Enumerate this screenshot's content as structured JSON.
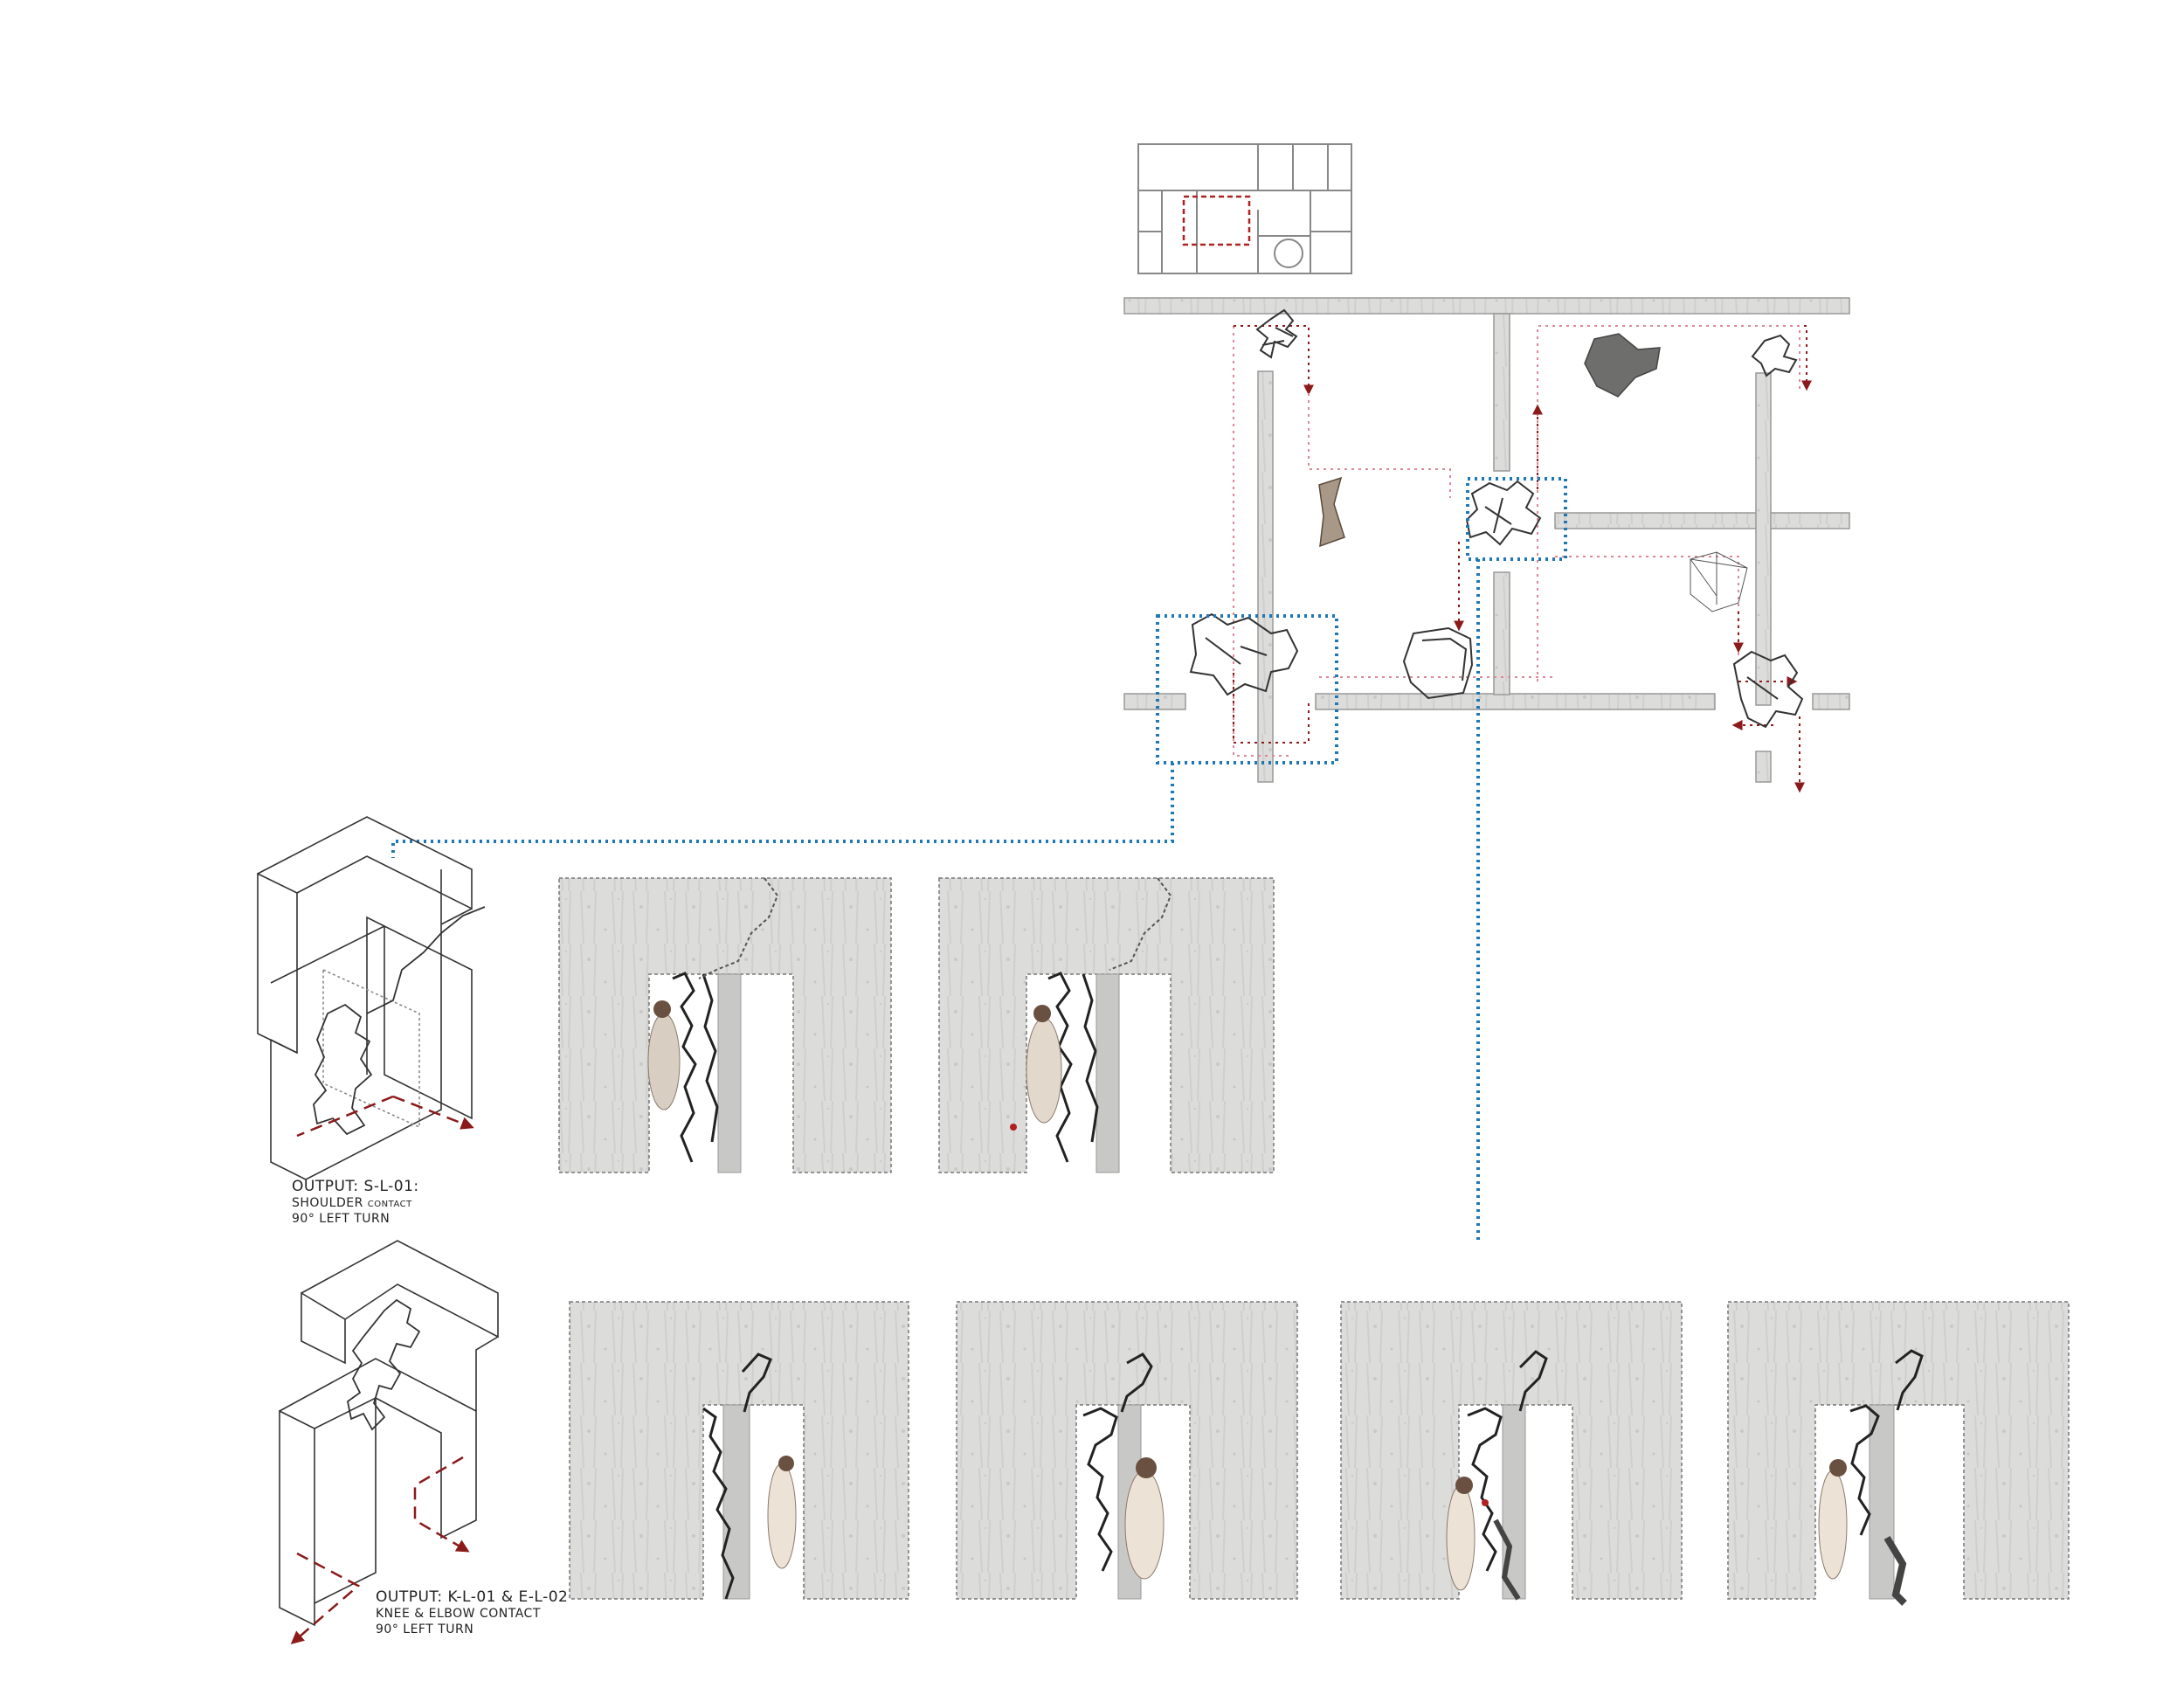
{
  "annotations": {
    "top": {
      "line1": "OUTPUT: S-L-01:",
      "line2": "SHOULDER contact",
      "line3": "90° LEFT TURN"
    },
    "bottom": {
      "line1": "OUTPUT: K-L-01 & E-L-02",
      "line2": "KNEE & ELBOW CONTACT",
      "line3": "90° LEFT TURN"
    }
  },
  "colors": {
    "concrete": "#dcdcda",
    "concrete_dark": "#c4c4c2",
    "path_red": "#8c1a1a",
    "path_pink": "#d98a96",
    "callout_blue": "#1f78b4",
    "line": "#333333"
  }
}
